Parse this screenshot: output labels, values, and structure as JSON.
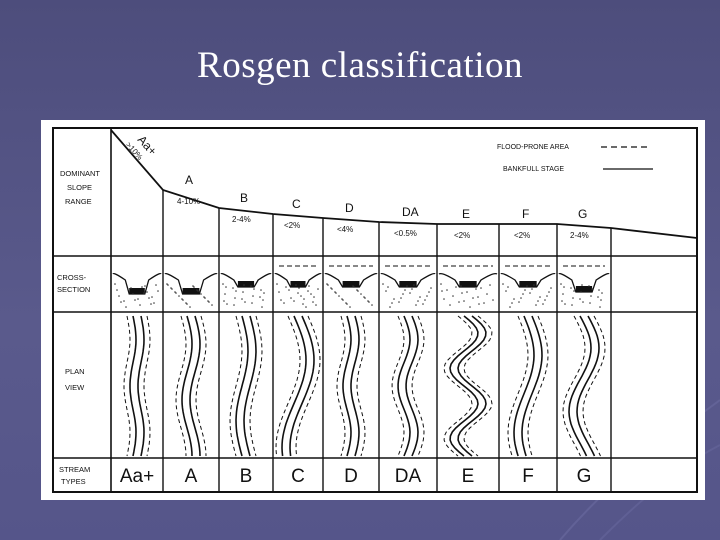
{
  "slide": {
    "title": "Rosgen classification"
  },
  "figure": {
    "legend": {
      "flood_prone": "FLOOD-PRONE AREA",
      "bankfull": "BANKFULL STAGE"
    },
    "row_labels": {
      "slope": [
        "DOMINANT",
        "SLOPE",
        "RANGE"
      ],
      "cross": [
        "CROSS-",
        "SECTION"
      ],
      "plan": [
        "PLAN",
        "VIEW"
      ],
      "types": [
        "STREAM",
        "TYPES"
      ]
    },
    "types": [
      {
        "code": "Aa+",
        "slope_label": "Aa+",
        "slope": ">10%"
      },
      {
        "code": "A",
        "slope_label": "A",
        "slope": "4-10%"
      },
      {
        "code": "B",
        "slope_label": "B",
        "slope": "2-4%"
      },
      {
        "code": "C",
        "slope_label": "C",
        "slope": "<2%"
      },
      {
        "code": "D",
        "slope_label": "D",
        "slope": "<4%"
      },
      {
        "code": "DA",
        "slope_label": "DA",
        "slope": "<0.5%"
      },
      {
        "code": "E",
        "slope_label": "E",
        "slope": "<2%"
      },
      {
        "code": "F",
        "slope_label": "F",
        "slope": "<2%"
      },
      {
        "code": "G",
        "slope_label": "G",
        "slope": "2-4%"
      }
    ]
  },
  "colors": {
    "background": "#55558a",
    "title": "#ffffff",
    "ink": "#111111"
  }
}
